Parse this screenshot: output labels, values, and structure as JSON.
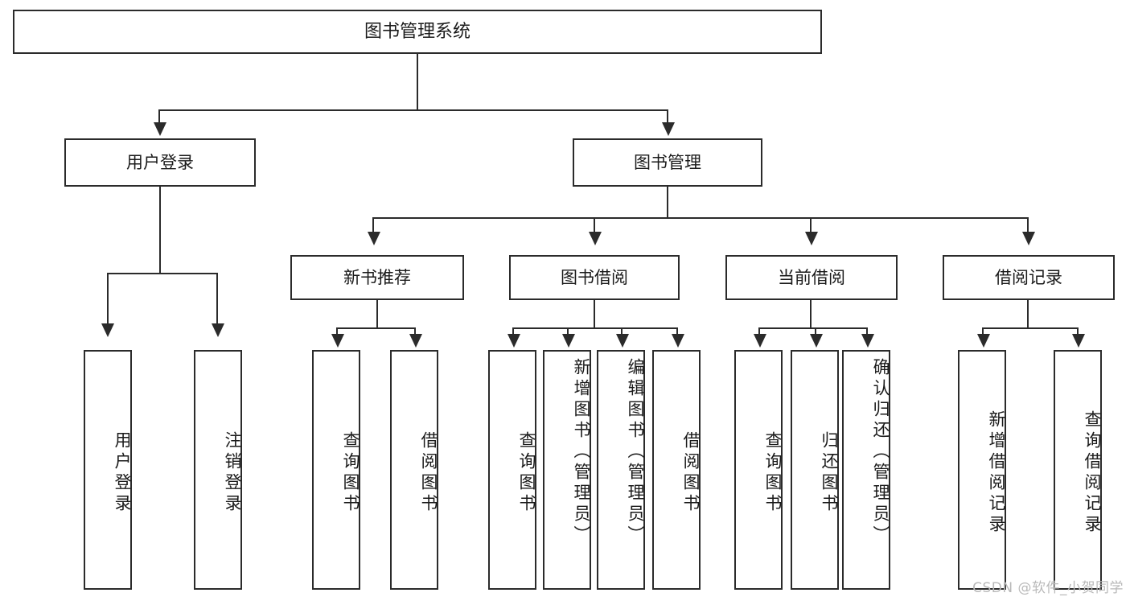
{
  "diagram": {
    "title": "图书管理系统",
    "watermark": "CSDN @软件_小贺同学",
    "root": {
      "label": "图书管理系统"
    },
    "level2": [
      {
        "id": "user-login",
        "label": "用户登录"
      },
      {
        "id": "book-management",
        "label": "图书管理"
      }
    ],
    "level3": [
      {
        "id": "new-book-recommend",
        "label": "新书推荐"
      },
      {
        "id": "book-borrow",
        "label": "图书借阅"
      },
      {
        "id": "current-borrow",
        "label": "当前借阅"
      },
      {
        "id": "borrow-record",
        "label": "借阅记录"
      }
    ],
    "leaves": {
      "user_login": [
        {
          "id": "leaf-user-login",
          "label": "用户登录"
        },
        {
          "id": "leaf-logout-login",
          "label": "注销登录"
        }
      ],
      "new_book_recommend": [
        {
          "id": "leaf-query-book-1",
          "label": "查询图书"
        },
        {
          "id": "leaf-borrow-book-1",
          "label": "借阅图书"
        }
      ],
      "book_borrow": [
        {
          "id": "leaf-query-book-2",
          "label": "查询图书"
        },
        {
          "id": "leaf-add-book",
          "label": "新增图书（管理员）"
        },
        {
          "id": "leaf-edit-book",
          "label": "编辑图书（管理员）"
        },
        {
          "id": "leaf-borrow-book-2",
          "label": "借阅图书"
        }
      ],
      "current_borrow": [
        {
          "id": "leaf-query-book-3",
          "label": "查询图书"
        },
        {
          "id": "leaf-return-book",
          "label": "归还图书"
        },
        {
          "id": "leaf-confirm-return",
          "label": "确认归还（管理员）"
        }
      ],
      "borrow_record": [
        {
          "id": "leaf-add-record",
          "label": "新增借阅记录"
        },
        {
          "id": "leaf-query-record",
          "label": "查询借阅记录"
        }
      ]
    }
  }
}
